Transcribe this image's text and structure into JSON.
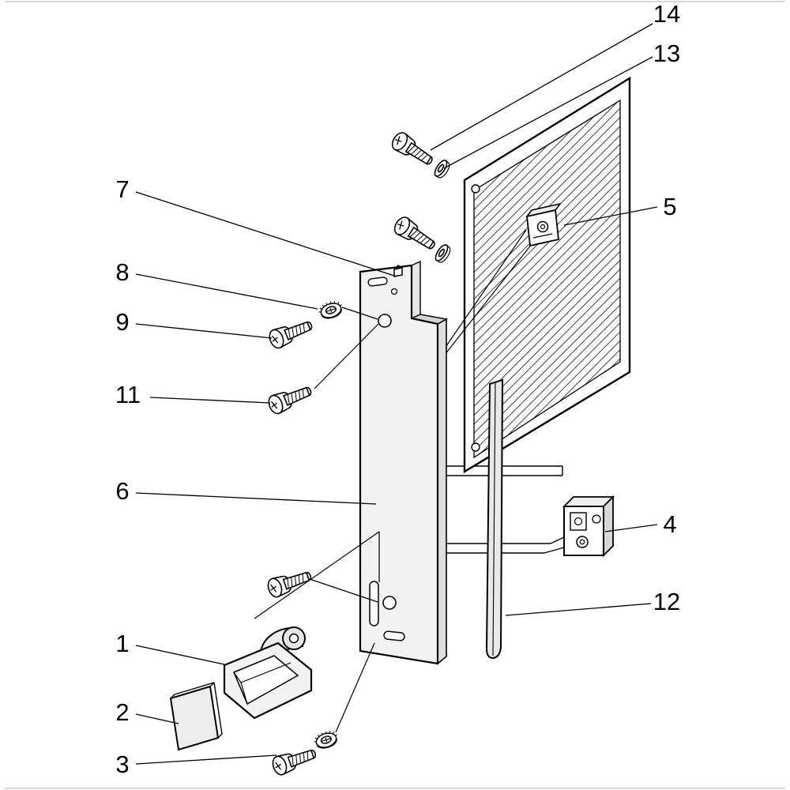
{
  "colors": {
    "background": "#ffffff",
    "line": "#000000",
    "plate_fill": "#f2f2f2",
    "side_fill": "#e2e2e2",
    "bar_fill": "#e9e9e9"
  },
  "callouts": {
    "c1": {
      "label": "1"
    },
    "c2": {
      "label": "2"
    },
    "c3": {
      "label": "3"
    },
    "c4": {
      "label": "4"
    },
    "c5": {
      "label": "5"
    },
    "c6": {
      "label": "6"
    },
    "c7": {
      "label": "7"
    },
    "c8": {
      "label": "8"
    },
    "c9": {
      "label": "9"
    },
    "c11": {
      "label": "11"
    },
    "c12": {
      "label": "12"
    },
    "c13": {
      "label": "13"
    },
    "c14": {
      "label": "14"
    }
  }
}
